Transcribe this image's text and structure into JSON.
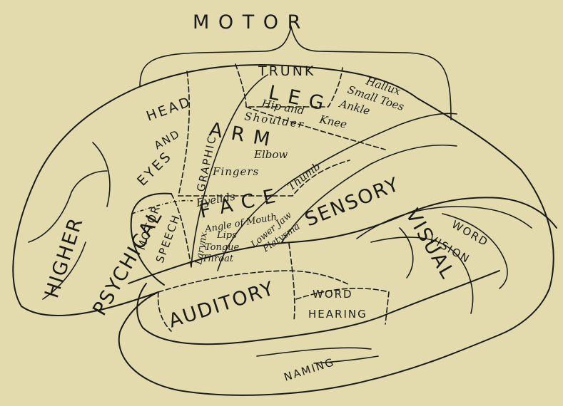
{
  "palette": {
    "paper": "#e3dbad",
    "ink": "#1a1a1a"
  },
  "labels": {
    "motor": "M O T O R",
    "higher": "HIGHER",
    "psychical": "PSYCHICAL",
    "head": "HEAD",
    "and": "AND",
    "eyes": "EYES",
    "trunk": "TRUNK",
    "leg": "L E G",
    "hallux": "Hallux",
    "small_toes": "Small Toes",
    "ankle": "Ankle",
    "hip_and": "Hip and",
    "knee": "Knee",
    "shoulder": "Shoulder",
    "arm": "A R M",
    "elbow": "Elbow",
    "graphic": "GRAPHIC",
    "fingers": "Fingers",
    "thumb": "Thumb",
    "eyelids": "Eyelids",
    "face": "F A C E",
    "angle_of_mouth": "Angle of Mouth",
    "lips": "Lips",
    "tongue": "Tongue",
    "throat": "Throat",
    "larynx": "Larynx",
    "lower_jaw": "Lower Jaw",
    "platysma": "Platysma",
    "motor_speech_1": "MOTOR",
    "motor_speech_2": "SPEECH",
    "sensory": "SENSORY",
    "auditory": "AUDITORY",
    "word_hearing_1": "WORD",
    "word_hearing_2": "HEARING",
    "word_vision_1": "WORD",
    "word_vision_2": "VISION",
    "visual": "VISUAL",
    "naming": "NAMING"
  }
}
